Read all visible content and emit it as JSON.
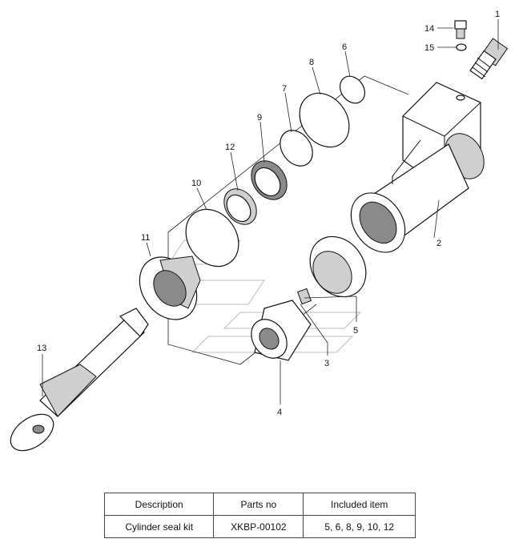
{
  "callouts": [
    "1",
    "2",
    "3",
    "4",
    "5",
    "6",
    "7",
    "8",
    "9",
    "10",
    "11",
    "12",
    "13",
    "14",
    "15"
  ],
  "table": {
    "headers": [
      "Description",
      "Parts no",
      "Included item"
    ],
    "rows": [
      [
        "Cylinder seal kit",
        "XKBP-00102",
        "5, 6, 8, 9, 10, 12"
      ]
    ]
  }
}
